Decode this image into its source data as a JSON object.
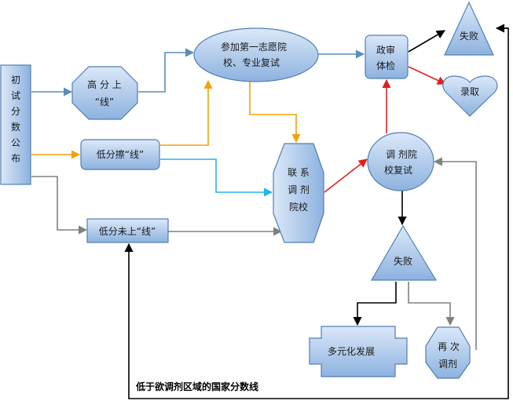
{
  "nodes": {
    "scores_published": [
      "初",
      "试",
      "分",
      "数",
      "公",
      "布"
    ],
    "above_line": [
      "高 分 上",
      "“线”"
    ],
    "borderline": "低分擦“线”",
    "below_line": "低分未上“线”",
    "first_choice_retest": [
      "参加第一志愿院",
      "校、专业复试"
    ],
    "contact_schools": [
      "联  系",
      "调  剂",
      "院校"
    ],
    "political_physical": [
      "政审",
      "体检"
    ],
    "fail_top": "失败",
    "admitted": "录取",
    "adjust_retest": [
      "调 剂院",
      "校复试"
    ],
    "fail_middle": "失败",
    "diversified": "多元化发展",
    "readjust": [
      "再  次",
      "调剂"
    ]
  },
  "note": "低于欲调剂区域的国家分数线",
  "colors": {
    "node_fill_top": "#d7e6f7",
    "node_fill_bottom": "#8fb4e0",
    "node_stroke": "#4f7fb5",
    "arrow_blue": "#5b8db8",
    "arrow_orange": "#f0a30a",
    "arrow_cyan": "#22b5e8",
    "arrow_gray": "#808080",
    "arrow_red": "#e02020",
    "arrow_black": "#000000"
  }
}
